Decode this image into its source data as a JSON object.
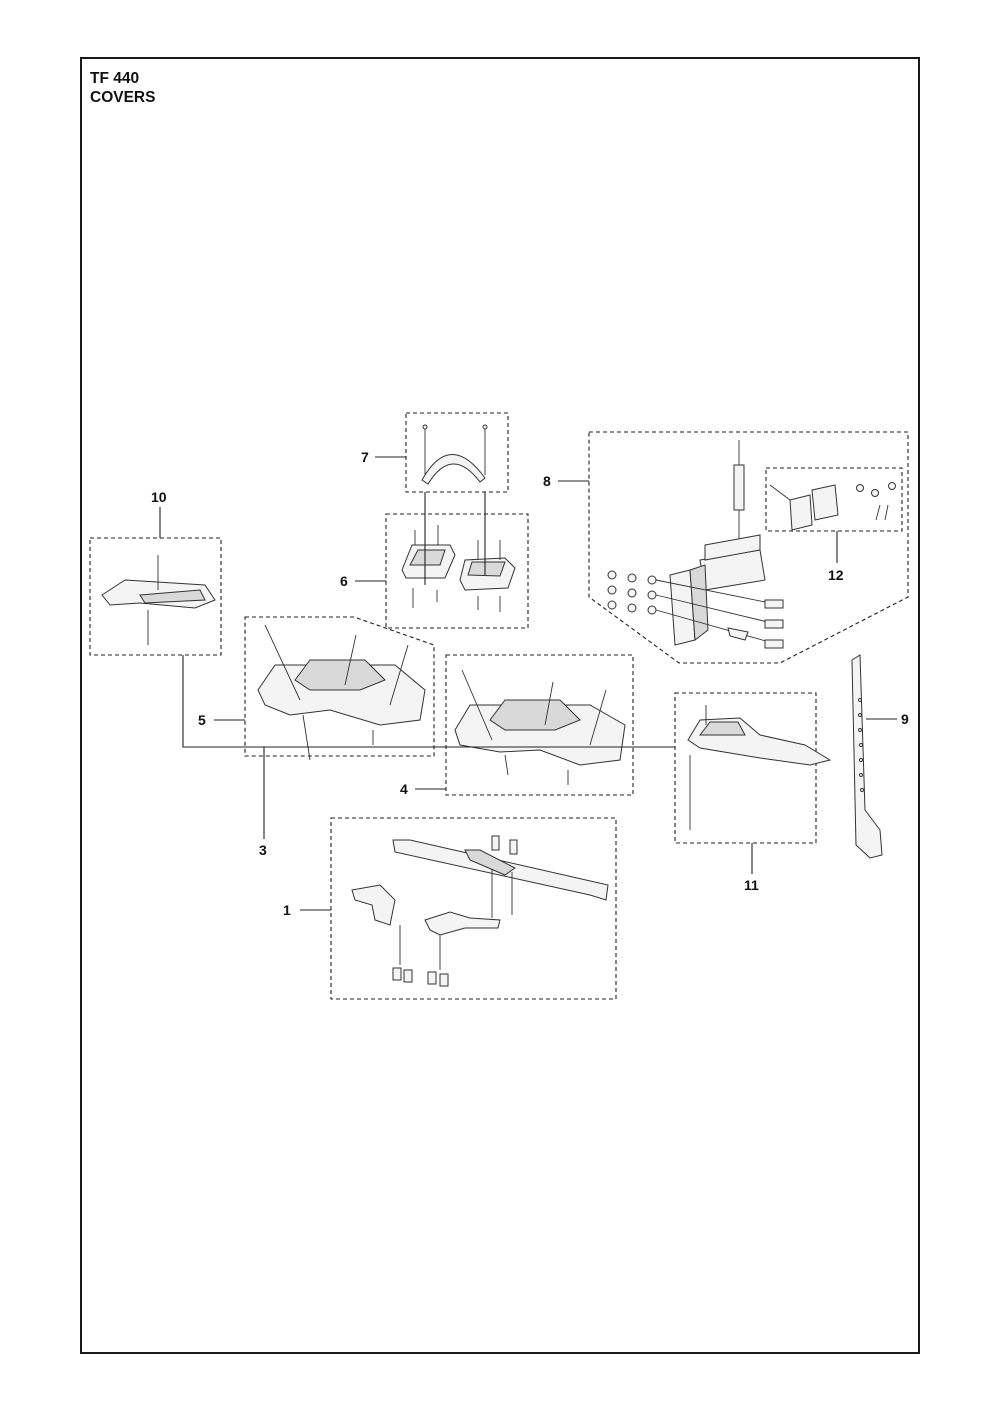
{
  "header": {
    "model": "TF 440",
    "section": "COVERS"
  },
  "callouts": {
    "c1": "1",
    "c3": "3",
    "c4": "4",
    "c5": "5",
    "c6": "6",
    "c7": "7",
    "c8": "8",
    "c9": "9",
    "c10": "10",
    "c11": "11",
    "c12": "12"
  }
}
